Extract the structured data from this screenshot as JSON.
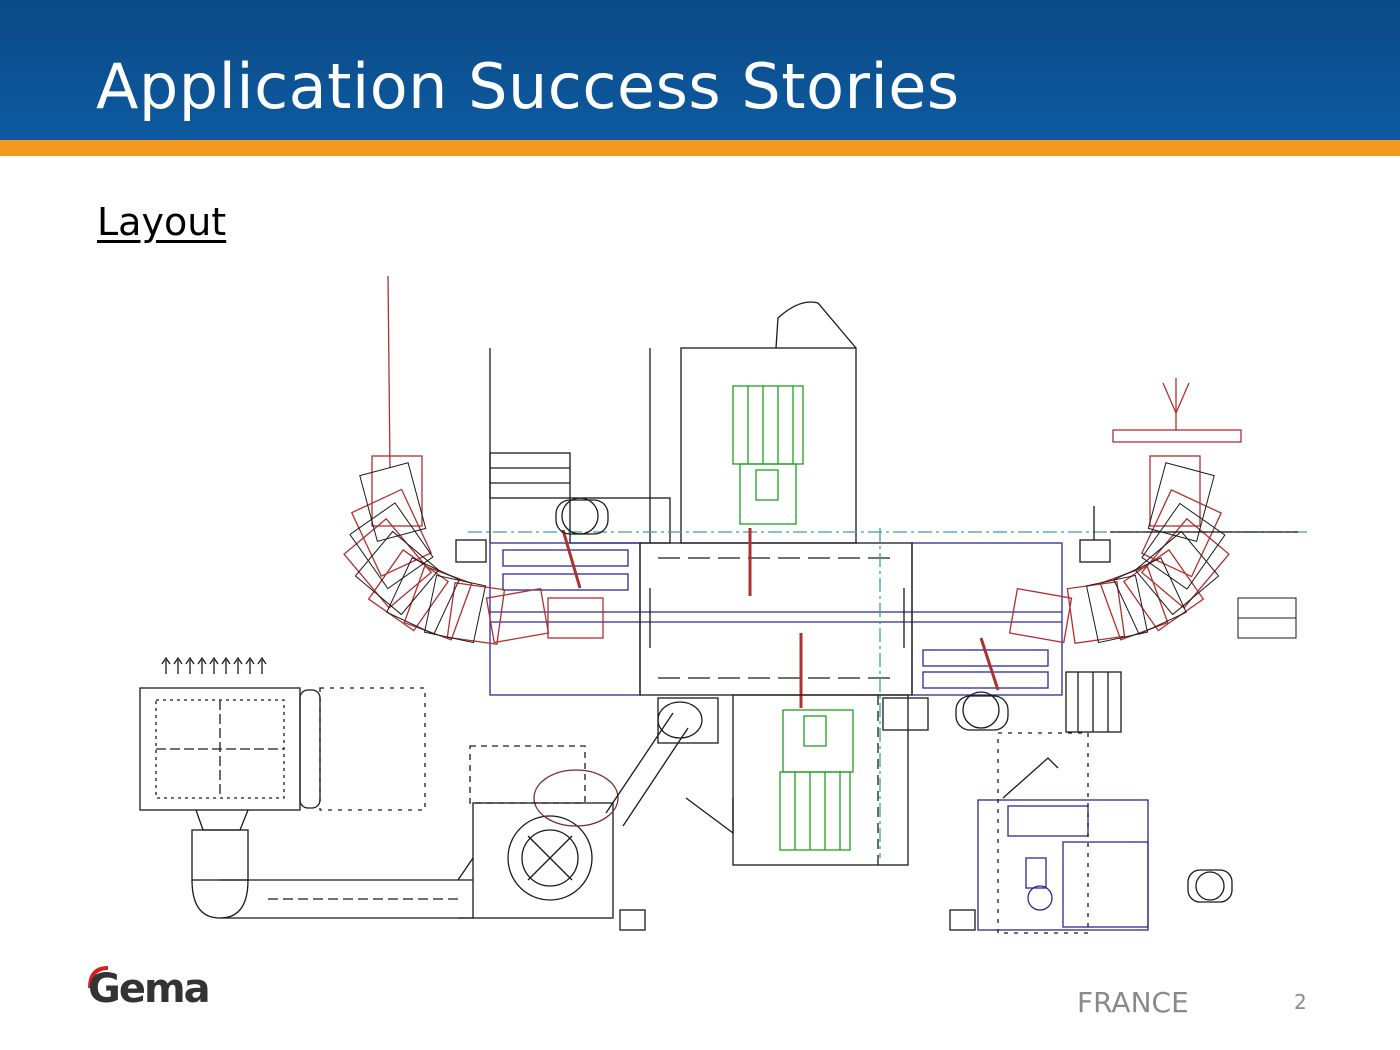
{
  "slide": {
    "title": "Application Success Stories",
    "subtitle": "Layout",
    "brand": "Gema",
    "country": "FRANCE",
    "page_number": "2"
  },
  "colors": {
    "header_blue": "#0b4a86",
    "accent_orange": "#f39a1e",
    "drawing_black": "#1a1a1a",
    "drawing_red": "#b03030",
    "drawing_blue": "#2a2a9a",
    "drawing_green": "#1fa01f",
    "drawing_cyan": "#3aa0a0",
    "logo_red": "#d42020"
  },
  "icons": [
    "gema-logo-mark"
  ]
}
